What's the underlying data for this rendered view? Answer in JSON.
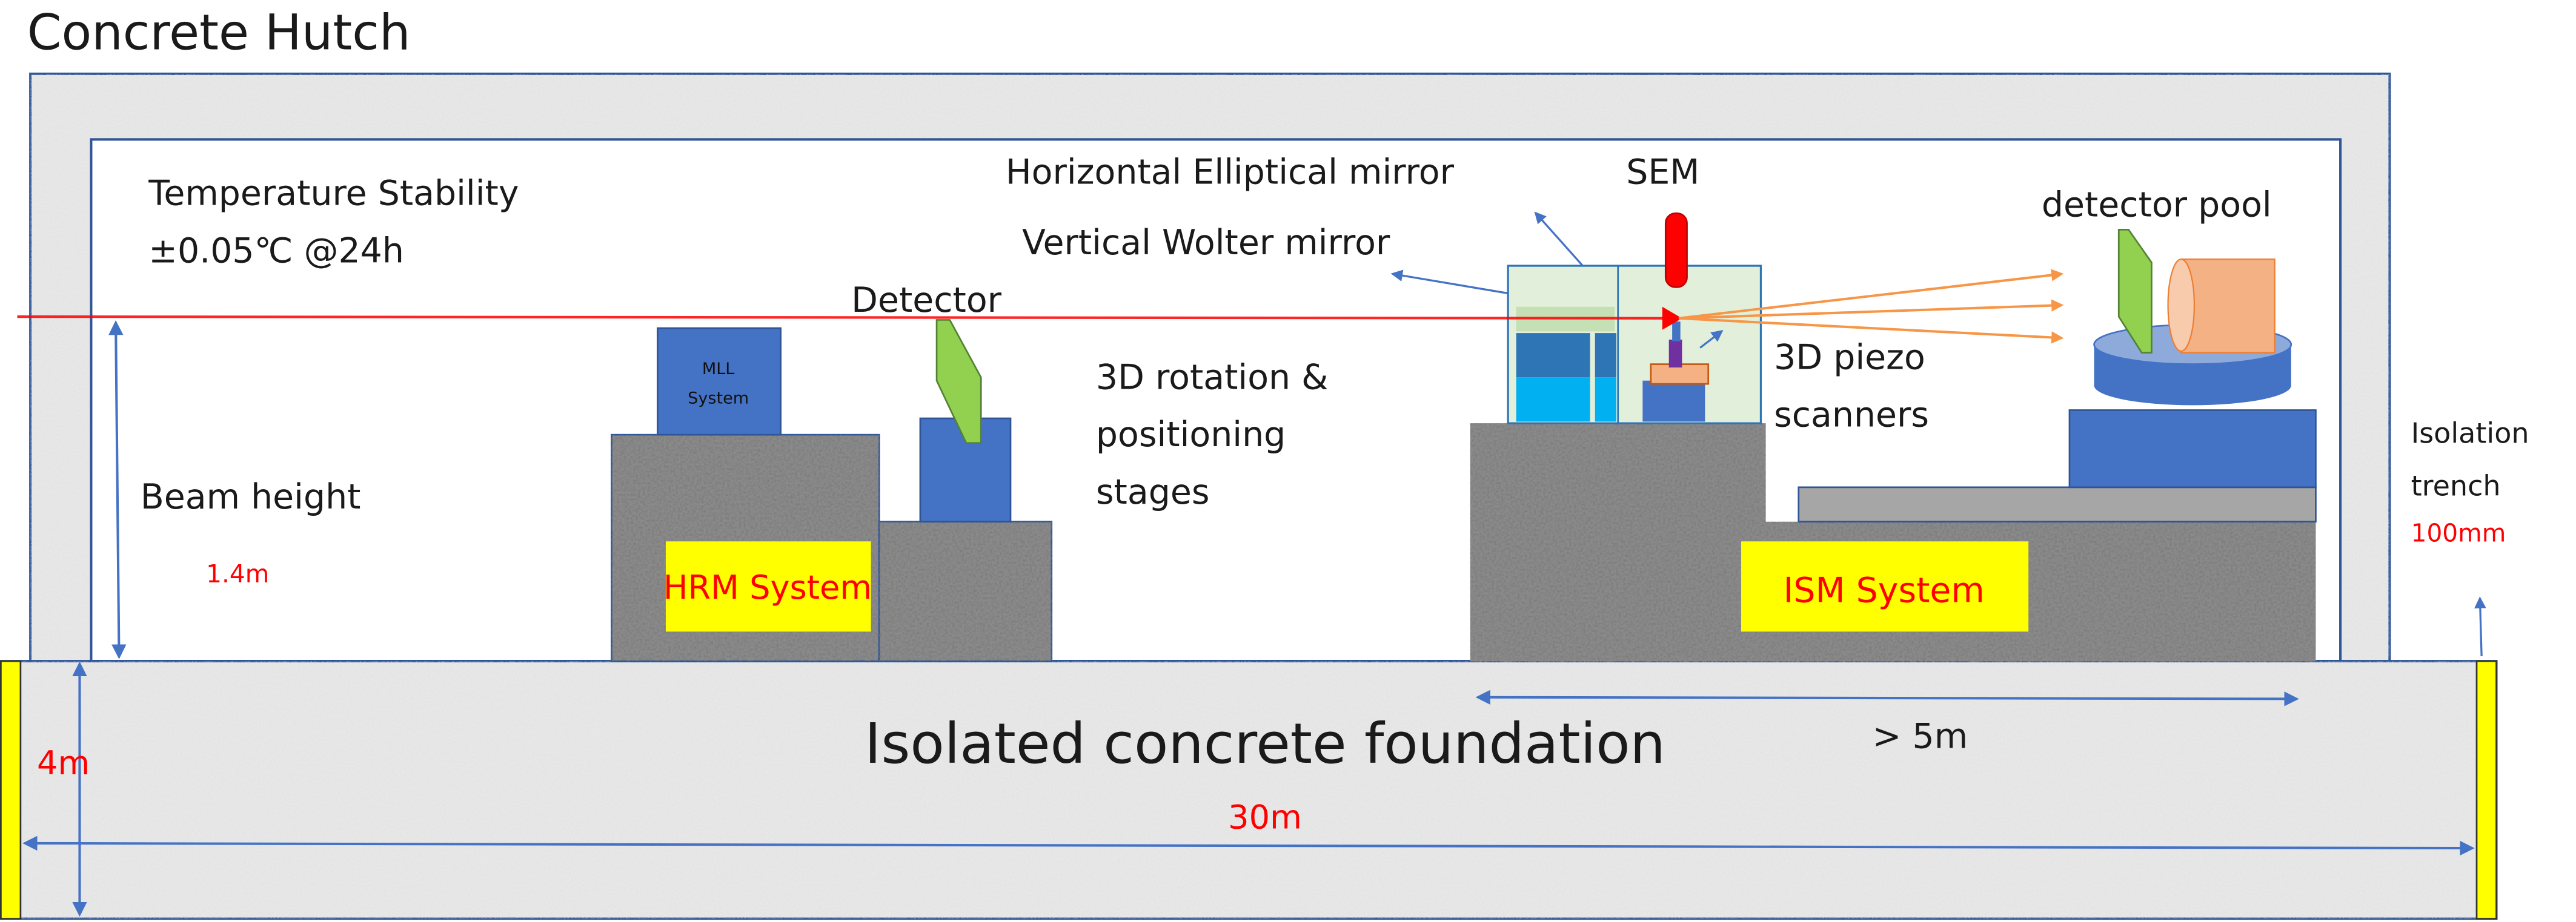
{
  "title": "Concrete Hutch",
  "temperature": {
    "line1": "Temperature Stability",
    "line2": "±0.05℃  @24h"
  },
  "beam_height": {
    "label": "Beam height",
    "value": "1.4m"
  },
  "hrm": {
    "mll_line1": "MLL",
    "mll_line2": "System",
    "label": "HRM System",
    "detector": "Detector"
  },
  "stages": {
    "line1": "3D rotation &",
    "line2": "positioning",
    "line3": "stages"
  },
  "mirrors": {
    "horizontal": "Horizontal Elliptical mirror",
    "vertical": "Vertical Wolter mirror"
  },
  "sem": "SEM",
  "piezo": {
    "line1": "3D piezo",
    "line2": "scanners"
  },
  "detector_pool": "detector pool",
  "ism": {
    "label": "ISM System"
  },
  "trench": {
    "line1": "Isolation",
    "line2": "trench",
    "value": "100mm"
  },
  "foundation": {
    "label": "Isolated concrete foundation",
    "depth": "4m",
    "length": "30m",
    "ism_span": "> 5m"
  },
  "colors": {
    "frame": "#2f5597",
    "blue": "#4472c4",
    "yellow": "#ffff00",
    "red": "#ff0000",
    "orange": "#f4a460",
    "green": "#92d050"
  }
}
